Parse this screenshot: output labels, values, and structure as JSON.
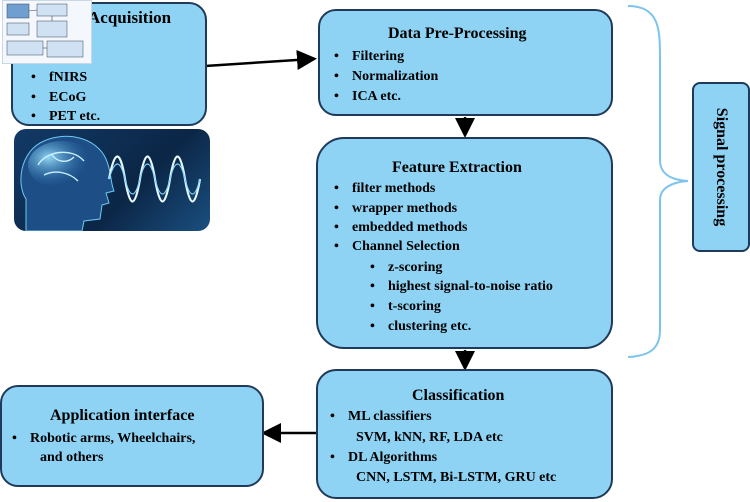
{
  "acquisition": {
    "title": "Acquisition",
    "items": [
      "fNIRS",
      "ECoG",
      "PET etc."
    ]
  },
  "preprocessing": {
    "title": "Data Pre-Processing",
    "items": [
      "Filtering",
      "Normalization",
      "ICA etc."
    ]
  },
  "feature_extraction": {
    "title": "Feature Extraction",
    "items": [
      "filter methods",
      "wrapper methods",
      "embedded methods",
      "Channel Selection"
    ],
    "subitems": [
      "z-scoring",
      "highest signal-to-noise ratio",
      "t-scoring",
      "clustering etc."
    ]
  },
  "classification": {
    "title": "Classification",
    "items": [
      "ML classifiers",
      "DL Algorithms"
    ],
    "details": [
      "SVM, kNN, RF, LDA etc",
      "CNN, LSTM, Bi-LSTM, GRU etc"
    ]
  },
  "application": {
    "title": "Application interface",
    "item_line1": "Robotic arms, Wheelchairs,",
    "item_line2": "and others"
  },
  "signal_processing": {
    "label": "Signal processing"
  },
  "colors": {
    "box_fill": "#8ed3f4",
    "box_border": "#1f3a5a",
    "bracket": "#7cc4ee"
  }
}
